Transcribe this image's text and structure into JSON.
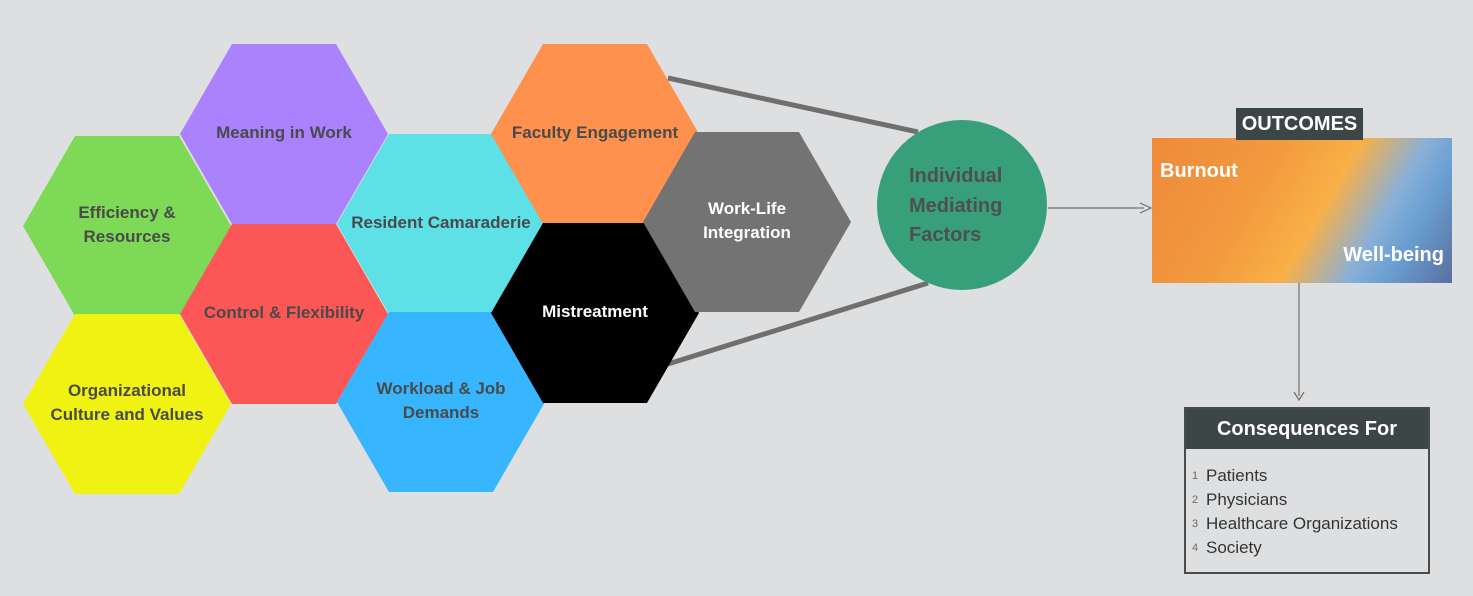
{
  "hexagons": [
    {
      "id": "meaning",
      "label_lines": [
        "Meaning in Work"
      ],
      "fill": "#ab82fe",
      "text_color": "#4a4a4a"
    },
    {
      "id": "efficiency",
      "label_lines": [
        "Efficiency &",
        "Resources"
      ],
      "fill": "#7ed957",
      "text_color": "#4a4a4a"
    },
    {
      "id": "control",
      "label_lines": [
        "Control & Flexibility"
      ],
      "fill": "#fd5656",
      "text_color": "#4a4a4a"
    },
    {
      "id": "culture",
      "label_lines": [
        "Organizational",
        "Culture and Values"
      ],
      "fill": "#f0f211",
      "text_color": "#4a4a4a"
    },
    {
      "id": "camaraderie",
      "label_lines": [
        "Resident Camaraderie"
      ],
      "fill": "#5de0e6",
      "text_color": "#4a4a4a"
    },
    {
      "id": "workload",
      "label_lines": [
        "Workload & Job",
        "Demands"
      ],
      "fill": "#37b6ff",
      "text_color": "#4a4a4a"
    },
    {
      "id": "faculty",
      "label_lines": [
        "Faculty Engagement"
      ],
      "fill": "#fe914d",
      "text_color": "#4a4a4a"
    },
    {
      "id": "mistreatment",
      "label_lines": [
        "Mistreatment"
      ],
      "fill": "#000000",
      "text_color": "#ffffff"
    },
    {
      "id": "worklife",
      "label_lines": [
        "Work-Life",
        "Integration"
      ],
      "fill": "#737373",
      "text_color": "#ffffff"
    }
  ],
  "mediating": {
    "label_lines": [
      "Individual",
      "Mediating",
      "Factors"
    ],
    "fill": "#37a07b"
  },
  "outcomes": {
    "title": "OUTCOMES",
    "left_label": "Burnout",
    "right_label": "Well-being"
  },
  "consequences": {
    "title": "Consequences For",
    "items": [
      {
        "num": "1",
        "label": "Patients"
      },
      {
        "num": "2",
        "label": "Physicians"
      },
      {
        "num": "3",
        "label": "Healthcare Organizations"
      },
      {
        "num": "4",
        "label": "Society"
      }
    ]
  },
  "colors": {
    "background": "#dedfe1",
    "connector": "#6f6f6f",
    "dark_header": "#3c4646"
  }
}
